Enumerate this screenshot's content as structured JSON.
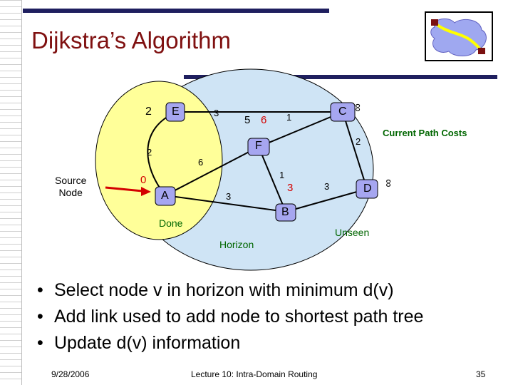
{
  "slide": {
    "title": "Dijkstra’s Algorithm",
    "footer": {
      "date": "9/28/2006",
      "center": "Lecture 10: Intra-Domain Routing",
      "page": "35"
    }
  },
  "diagram": {
    "nodes": {
      "A": "A",
      "B": "B",
      "C": "C",
      "D": "D",
      "E": "E",
      "F": "F"
    },
    "edge_weights": [
      "3",
      "1",
      "2",
      "2",
      "6",
      "1",
      "3",
      "3"
    ],
    "path_costs": {
      "E": "2",
      "F_old": "5",
      "F_new": "6",
      "C": "∞",
      "A": "0",
      "B": "3",
      "D": "∞"
    },
    "region_labels": {
      "source": "Source\nNode",
      "current_path_costs": "Current Path Costs",
      "done": "Done",
      "horizon": "Horizon",
      "unseen": "Unseen"
    }
  },
  "bullets": [
    "Select node v in horizon with minimum d(v)",
    "Add link used to add node to shortest path tree",
    "Update d(v) information"
  ],
  "colors": {
    "title": "#7f1010",
    "done_region": "#ffff99",
    "horizon_region": "#cfe4f5",
    "node_fill": "#a6a6f0",
    "accent_red": "#d40000",
    "bar": "#1f1f5f"
  }
}
